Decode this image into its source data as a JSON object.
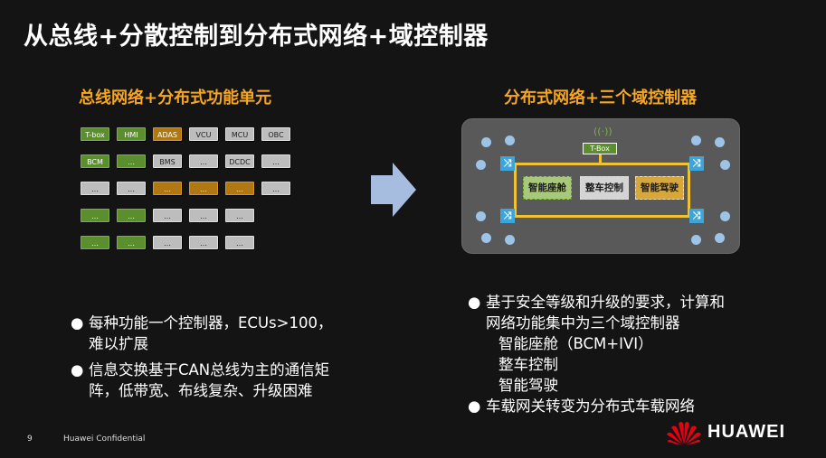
{
  "slide": {
    "title": "从总线+分散控制到分布式网络+域控制器",
    "page_number": "9",
    "confidential": "Huawei Confidential",
    "brand": "HUAWEI"
  },
  "left": {
    "heading": "总线网络+分布式功能单元",
    "grid": [
      [
        {
          "label": "T-box",
          "color": "green"
        },
        {
          "label": "HMI",
          "color": "green"
        },
        {
          "label": "ADAS",
          "color": "orange"
        },
        {
          "label": "VCU",
          "color": "gray"
        },
        {
          "label": "MCU",
          "color": "gray"
        },
        {
          "label": "OBC",
          "color": "gray"
        }
      ],
      [
        {
          "label": "BCM",
          "color": "green"
        },
        {
          "label": "…",
          "color": "green"
        },
        {
          "label": "BMS",
          "color": "gray"
        },
        {
          "label": "…",
          "color": "gray"
        },
        {
          "label": "DCDC",
          "color": "gray"
        },
        {
          "label": "…",
          "color": "gray"
        }
      ],
      [
        {
          "label": "…",
          "color": "gray"
        },
        {
          "label": "…",
          "color": "gray"
        },
        {
          "label": "…",
          "color": "orange"
        },
        {
          "label": "…",
          "color": "orange"
        },
        {
          "label": "…",
          "color": "orange"
        },
        {
          "label": "…",
          "color": "gray"
        }
      ],
      [
        {
          "label": "…",
          "color": "green"
        },
        {
          "label": "…",
          "color": "green"
        },
        {
          "label": "…",
          "color": "gray"
        },
        {
          "label": "…",
          "color": "gray"
        },
        {
          "label": "…",
          "color": "gray"
        },
        {
          "label": "",
          "color": "empty"
        }
      ],
      [
        {
          "label": "…",
          "color": "green"
        },
        {
          "label": "…",
          "color": "green"
        },
        {
          "label": "…",
          "color": "gray"
        },
        {
          "label": "…",
          "color": "gray"
        },
        {
          "label": "…",
          "color": "gray"
        },
        {
          "label": "",
          "color": "empty"
        }
      ]
    ],
    "bullets": [
      {
        "lines": [
          "每种功能一个控制器，ECUs>100，",
          "难以扩展"
        ]
      },
      {
        "lines": [
          "信息交换基于CAN总线为主的通信矩",
          "阵，低带宽、布线复杂、升级困难"
        ]
      }
    ]
  },
  "right": {
    "heading": "分布式网络+三个域控制器",
    "tbox_label": "T-Box",
    "domains": {
      "cockpit": "智能座舱",
      "vehicle": "整车控制",
      "drive": "智能驾驶"
    },
    "bullets": {
      "b1_line1": "基于安全等级和升级的要求，计算和",
      "b1_line2": "网络功能集中为三个域控制器",
      "sub1": "智能座舱（BCM+IVI）",
      "sub2": "整车控制",
      "sub3": "智能驾驶",
      "b2": "车载网关转变为分布式车载网络"
    }
  },
  "colors": {
    "accent": "#f5a623",
    "green": "#5b8f2e",
    "orange": "#b07812",
    "gray": "#bdbdbd",
    "bus": "#f1c232",
    "switch": "#3da5d9",
    "node": "#9dc3e6",
    "brand_red": "#e60012"
  },
  "icons": {
    "switch": "network-switch-icon",
    "wifi": "wifi-icon",
    "arrow": "right-arrow-icon",
    "logo": "huawei-logo-icon"
  }
}
